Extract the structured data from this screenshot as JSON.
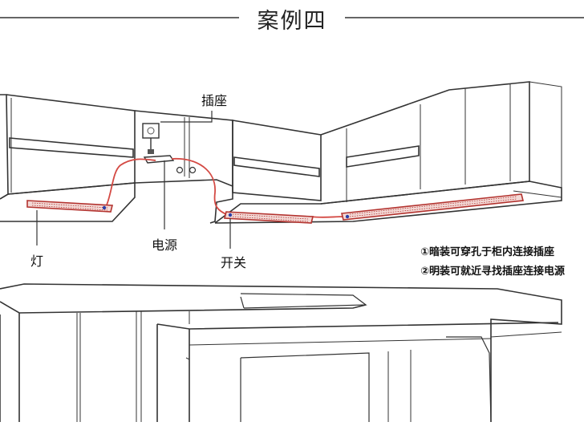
{
  "title": "案例四",
  "labels": {
    "socket": "插座",
    "power": "电源",
    "light": "灯",
    "switch": "开关"
  },
  "notes": [
    "①暗装可穿孔于柜内连接插座",
    "②明装可就近寻找插座连接电源"
  ],
  "colors": {
    "line": "#333333",
    "strip": "#b3332f",
    "wire": "#d44a44",
    "led_dot": "#2a3fa8"
  }
}
